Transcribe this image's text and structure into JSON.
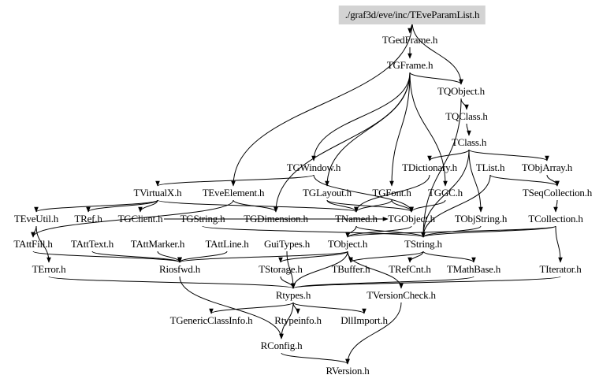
{
  "diagram": {
    "type": "include-dependency-graph",
    "root": "./graf3d/eve/inc/TEveParamList.h",
    "colors": {
      "root_fill": "#d3d3d3",
      "edge": "#000000",
      "text": "#000000",
      "background": "#ffffff"
    },
    "nodes": [
      {
        "id": "root",
        "label": "./graf3d/eve/inc/TEveParamList.h",
        "is_root": true
      },
      {
        "id": "TGedFrame",
        "label": "TGedFrame.h"
      },
      {
        "id": "TGFrame",
        "label": "TGFrame.h"
      },
      {
        "id": "TQObject",
        "label": "TQObject.h"
      },
      {
        "id": "TQClass",
        "label": "TQClass.h"
      },
      {
        "id": "TClass",
        "label": "TClass.h"
      },
      {
        "id": "TGWindow",
        "label": "TGWindow.h"
      },
      {
        "id": "TDictionary",
        "label": "TDictionary.h"
      },
      {
        "id": "TList",
        "label": "TList.h"
      },
      {
        "id": "TObjArray",
        "label": "TObjArray.h"
      },
      {
        "id": "TVirtualX",
        "label": "TVirtualX.h"
      },
      {
        "id": "TEveElement",
        "label": "TEveElement.h"
      },
      {
        "id": "TGLayout",
        "label": "TGLayout.h"
      },
      {
        "id": "TGFont",
        "label": "TGFont.h"
      },
      {
        "id": "TGGC",
        "label": "TGGC.h"
      },
      {
        "id": "TSeqCollection",
        "label": "TSeqCollection.h"
      },
      {
        "id": "TEveUtil",
        "label": "TEveUtil.h"
      },
      {
        "id": "TRef",
        "label": "TRef.h"
      },
      {
        "id": "TGClient",
        "label": "TGClient.h"
      },
      {
        "id": "TGString",
        "label": "TGString.h"
      },
      {
        "id": "TGDimension",
        "label": "TGDimension.h"
      },
      {
        "id": "TNamed",
        "label": "TNamed.h"
      },
      {
        "id": "TGObject",
        "label": "TGObject.h"
      },
      {
        "id": "TObjString",
        "label": "TObjString.h"
      },
      {
        "id": "TCollection",
        "label": "TCollection.h"
      },
      {
        "id": "TAttFill",
        "label": "TAttFill.h"
      },
      {
        "id": "TAttText",
        "label": "TAttText.h"
      },
      {
        "id": "TAttMarker",
        "label": "TAttMarker.h"
      },
      {
        "id": "TAttLine",
        "label": "TAttLine.h"
      },
      {
        "id": "GuiTypes",
        "label": "GuiTypes.h"
      },
      {
        "id": "TObject",
        "label": "TObject.h"
      },
      {
        "id": "TString",
        "label": "TString.h"
      },
      {
        "id": "TError",
        "label": "TError.h"
      },
      {
        "id": "Riosfwd",
        "label": "Riosfwd.h"
      },
      {
        "id": "TStorage",
        "label": "TStorage.h"
      },
      {
        "id": "TBuffer",
        "label": "TBuffer.h"
      },
      {
        "id": "TRefCnt",
        "label": "TRefCnt.h"
      },
      {
        "id": "TMathBase",
        "label": "TMathBase.h"
      },
      {
        "id": "TIterator",
        "label": "TIterator.h"
      },
      {
        "id": "Rtypes",
        "label": "Rtypes.h"
      },
      {
        "id": "TVersionCheck",
        "label": "TVersionCheck.h"
      },
      {
        "id": "TGenericClassInfo",
        "label": "TGenericClassInfo.h"
      },
      {
        "id": "Rtypeinfo",
        "label": "Rtypeinfo.h"
      },
      {
        "id": "DllImport",
        "label": "DllImport.h"
      },
      {
        "id": "RConfig",
        "label": "RConfig.h"
      },
      {
        "id": "RVersion",
        "label": "RVersion.h"
      }
    ],
    "edges": [
      [
        "root",
        "TGedFrame"
      ],
      [
        "root",
        "TQObject"
      ],
      [
        "root",
        "TEveElement"
      ],
      [
        "TGedFrame",
        "TGFrame"
      ],
      [
        "TGFrame",
        "TQObject"
      ],
      [
        "TGFrame",
        "TGWindow"
      ],
      [
        "TGFrame",
        "TGDimension"
      ],
      [
        "TGFrame",
        "TGGC"
      ],
      [
        "TGFrame",
        "TGFont"
      ],
      [
        "TGFrame",
        "TGLayout"
      ],
      [
        "TQObject",
        "TQClass"
      ],
      [
        "TQObject",
        "TString"
      ],
      [
        "TQClass",
        "TClass"
      ],
      [
        "TClass",
        "TDictionary"
      ],
      [
        "TClass",
        "TObjArray"
      ],
      [
        "TClass",
        "TObjString"
      ],
      [
        "TClass",
        "TString"
      ],
      [
        "TGWindow",
        "TVirtualX"
      ],
      [
        "TGWindow",
        "TGObject"
      ],
      [
        "TDictionary",
        "TNamed"
      ],
      [
        "TList",
        "TSeqCollection"
      ],
      [
        "TList",
        "TString"
      ],
      [
        "TObjArray",
        "TSeqCollection"
      ],
      [
        "TVirtualX",
        "TEveUtil"
      ],
      [
        "TVirtualX",
        "TRef"
      ],
      [
        "TVirtualX",
        "TGClient"
      ],
      [
        "TVirtualX",
        "TNamed"
      ],
      [
        "TEveElement",
        "TGDimension"
      ],
      [
        "TEveElement",
        "TAttFill"
      ],
      [
        "TGLayout",
        "TNamed"
      ],
      [
        "TGLayout",
        "TGObject"
      ],
      [
        "TGFont",
        "TGObject"
      ],
      [
        "TGFont",
        "TNamed"
      ],
      [
        "TGGC",
        "TGObject"
      ],
      [
        "TSeqCollection",
        "TCollection"
      ],
      [
        "TEveUtil",
        "TError"
      ],
      [
        "TEveUtil",
        "TAttFill"
      ],
      [
        "TGClient",
        "TGObject"
      ],
      [
        "TGString",
        "TString"
      ],
      [
        "TNamed",
        "TObject"
      ],
      [
        "TNamed",
        "TString"
      ],
      [
        "TGObject",
        "TObject"
      ],
      [
        "TObjString",
        "TString"
      ],
      [
        "TCollection",
        "TIterator"
      ],
      [
        "TCollection",
        "TObject"
      ],
      [
        "TCollection",
        "TString"
      ],
      [
        "TAttFill",
        "Riosfwd"
      ],
      [
        "TAttText",
        "Riosfwd"
      ],
      [
        "TAttMarker",
        "Riosfwd"
      ],
      [
        "TAttLine",
        "Riosfwd"
      ],
      [
        "GuiTypes",
        "Rtypes"
      ],
      [
        "TObject",
        "TStorage"
      ],
      [
        "TObject",
        "TBuffer"
      ],
      [
        "TObject",
        "TVersionCheck"
      ],
      [
        "TObject",
        "Riosfwd"
      ],
      [
        "TObject",
        "Rtypes"
      ],
      [
        "TString",
        "TRefCnt"
      ],
      [
        "TString",
        "TMathBase"
      ],
      [
        "TString",
        "TBuffer"
      ],
      [
        "TError",
        "Rtypes"
      ],
      [
        "Riosfwd",
        "RConfig"
      ],
      [
        "TStorage",
        "Rtypes"
      ],
      [
        "TMathBase",
        "Rtypes"
      ],
      [
        "TIterator",
        "Rtypes"
      ],
      [
        "Rtypes",
        "TGenericClassInfo"
      ],
      [
        "Rtypes",
        "Rtypeinfo"
      ],
      [
        "Rtypes",
        "DllImport"
      ],
      [
        "Rtypes",
        "RConfig"
      ],
      [
        "TVersionCheck",
        "RVersion"
      ],
      [
        "RConfig",
        "RVersion"
      ]
    ]
  }
}
